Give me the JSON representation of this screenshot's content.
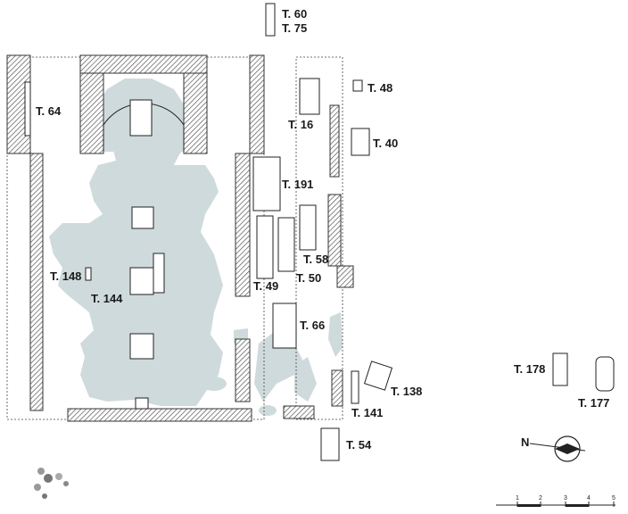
{
  "plan": {
    "tombs": {
      "t60": "T. 60",
      "t75": "T. 75",
      "t48": "T. 48",
      "t64": "T. 64",
      "t16": "T. 16",
      "t40": "T. 40",
      "t191": "T. 191",
      "t58": "T. 58",
      "t148": "T. 148",
      "t144": "T. 144",
      "t49": "T. 49",
      "t50": "T. 50",
      "t66": "T. 66",
      "t178": "T. 178",
      "t177": "T. 177",
      "t138": "T. 138",
      "t141": "T. 141",
      "t54": "T. 54"
    },
    "north_arrow_label": "N",
    "scale_bar": {
      "ticks": [
        "1",
        "2",
        "3",
        "4",
        "5"
      ]
    },
    "colors": {
      "wall_hatch": "#555555",
      "floor_remains": "#cfdadc"
    }
  }
}
